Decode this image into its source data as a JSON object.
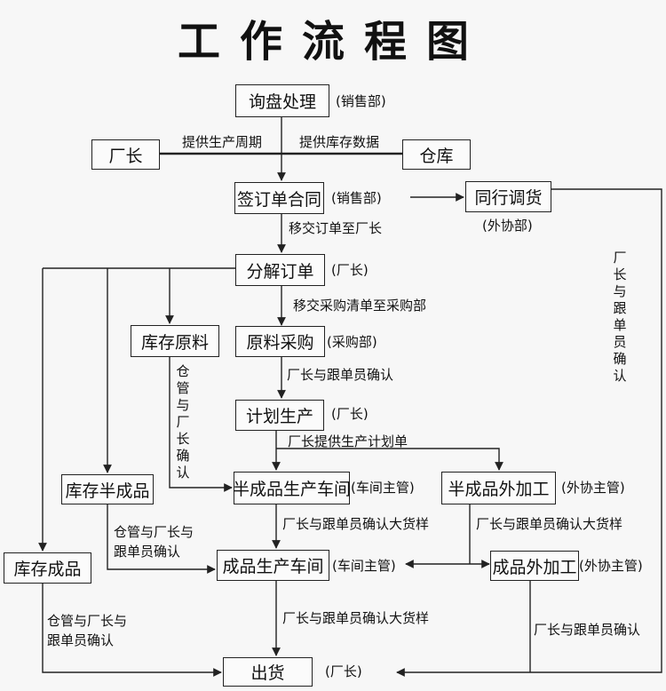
{
  "title": "工作流程图",
  "nodes": {
    "inquiry": "询盘处理",
    "factory_head": "厂长",
    "warehouse": "仓库",
    "contract": "签订单合同",
    "peer": "同行调货",
    "decompose": "分解订单",
    "raw_stock": "库存原料",
    "raw_purchase": "原料采购",
    "plan": "计划生产",
    "semi_stock": "库存半成品",
    "semi_workshop": "半成品生产车间",
    "semi_outsource": "半成品外加工",
    "fin_stock": "库存成品",
    "fin_workshop": "成品生产车间",
    "fin_outsource": "成品外加工",
    "ship": "出货"
  },
  "tags": {
    "inquiry": "(销售部)",
    "contract": "(销售部)",
    "peer": "(外协部)",
    "decompose": "(厂长)",
    "raw_purchase": "(采购部)",
    "plan": "(厂长)",
    "semi_workshop": "(车间主管)",
    "semi_outsource": "(外协主管)",
    "fin_workshop": "(车间主管)",
    "fin_outsource": "(外协主管)",
    "ship": "(厂长)"
  },
  "labels": {
    "lead_time": "提供生产周期",
    "stock_data": "提供库存数据",
    "transfer_order": "移交订单至厂长",
    "transfer_list": "移交采购清单至采购部",
    "confirm_1": "厂长与跟单员确认",
    "provide_plan": "厂长提供生产计划单",
    "bulk_1": "厂长与跟单员确认大货样",
    "bulk_2": "厂长与跟单员确认大货样",
    "bulk_3": "厂长与跟单员确认大货样",
    "semi_confirm_1": "仓管与厂长与",
    "semi_confirm_2": "跟单员确认",
    "fin_confirm_1": "仓管与厂长与",
    "fin_confirm_2": "跟单员确认",
    "out_confirm": "厂长与跟单员确认",
    "raw_vertical": "仓管与厂长确认",
    "peer_vertical": "厂长与跟单员确认"
  }
}
